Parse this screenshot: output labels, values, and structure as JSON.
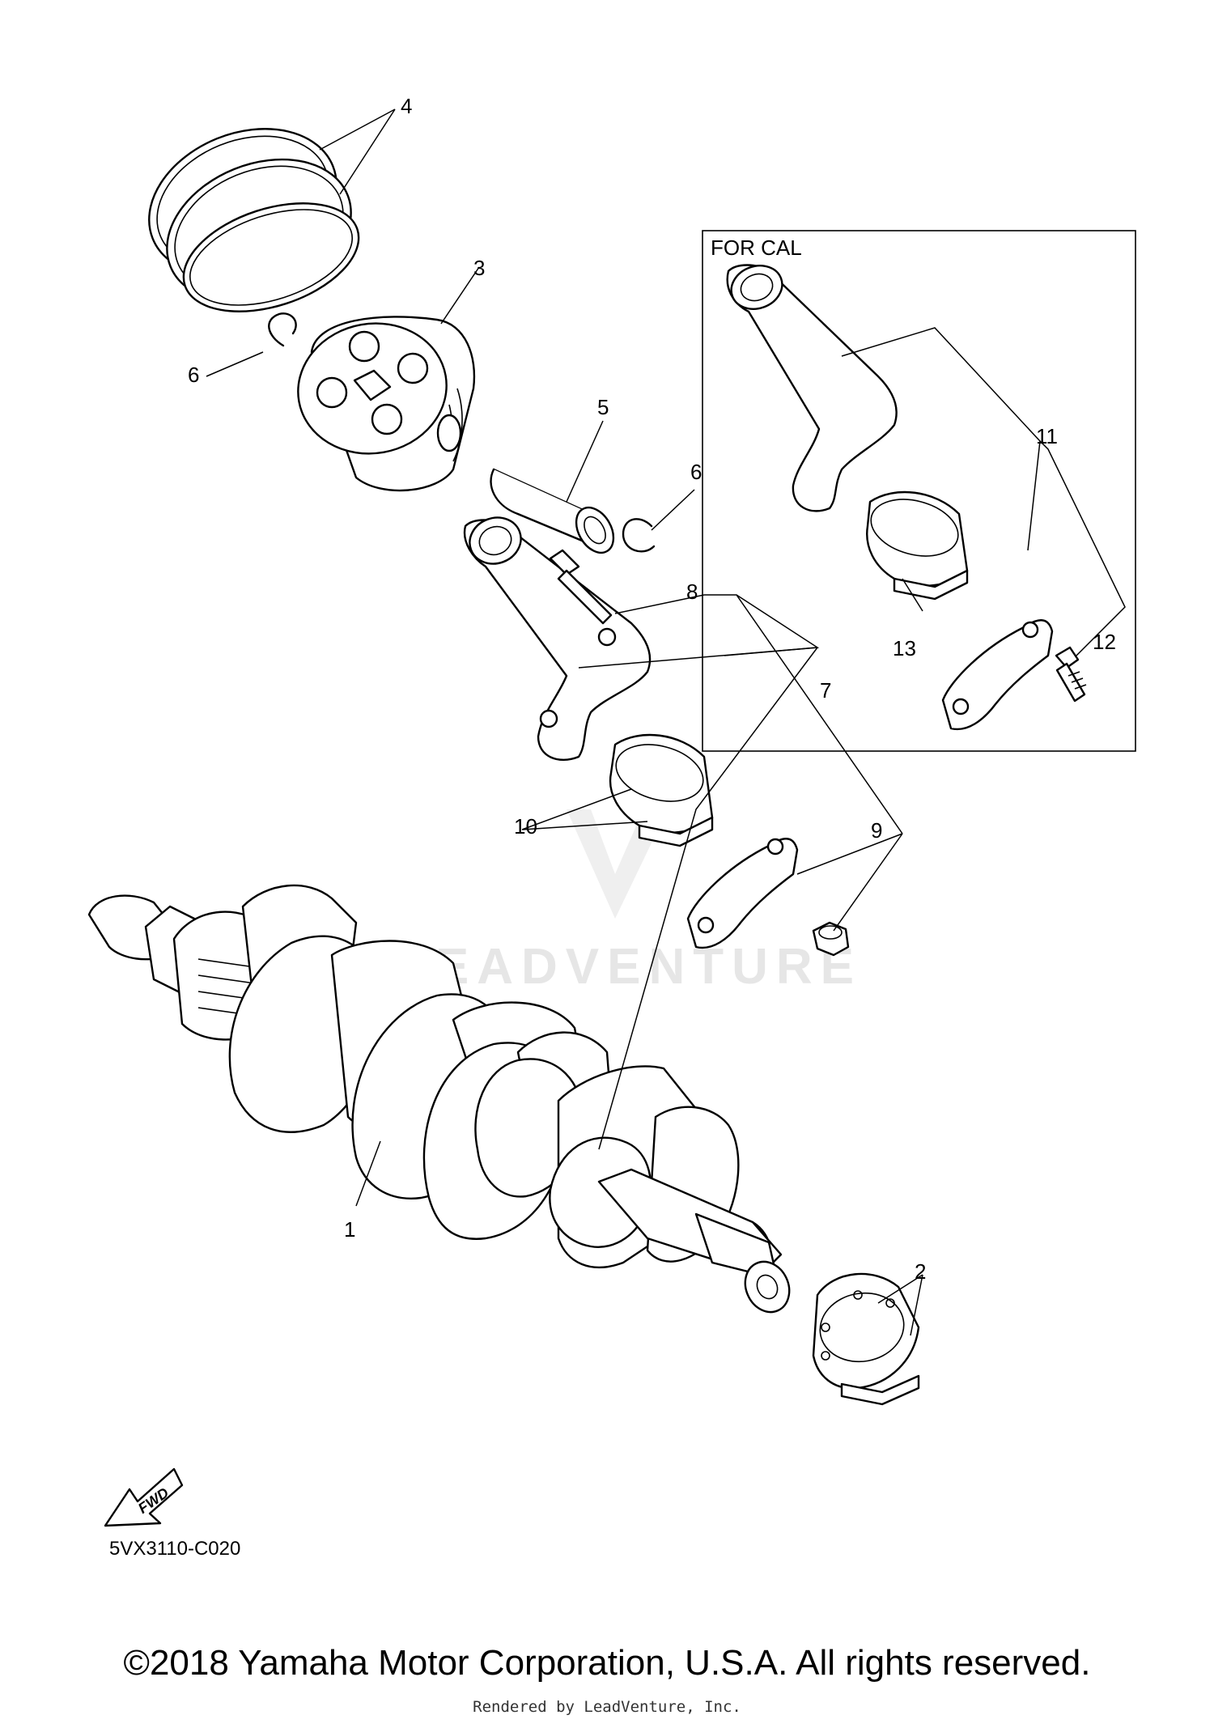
{
  "callouts": {
    "n1": "1",
    "n2": "2",
    "n3": "3",
    "n4": "4",
    "n5": "5",
    "n6a": "6",
    "n6b": "6",
    "n7": "7",
    "n8": "8",
    "n9": "9",
    "n10": "10",
    "n11": "11",
    "n12": "12",
    "n13": "13"
  },
  "inset": {
    "label": "FOR CAL"
  },
  "fwd_label": "FWD",
  "watermark": "LEADVENTURE",
  "diagram_code": "5VX3110-C020",
  "copyright": "©2018 Yamaha Motor Corporation, U.S.A. All rights reserved.",
  "rendered_by": "Rendered by LeadVenture, Inc."
}
